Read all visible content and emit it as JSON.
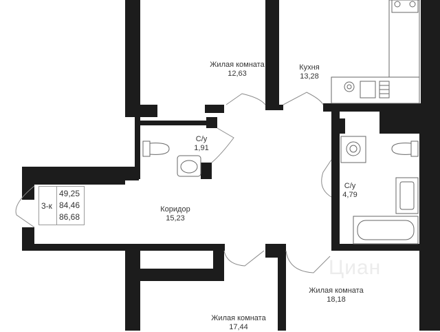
{
  "rooms": {
    "living_top": {
      "name": "Жилая комната",
      "area": "12,63"
    },
    "kitchen": {
      "name": "Кухня",
      "area": "13,28"
    },
    "wc_small": {
      "name": "С/у",
      "area": "1,91"
    },
    "wc_large": {
      "name": "С/у",
      "area": "4,79"
    },
    "corridor": {
      "name": "Коридор",
      "area": "15,23"
    },
    "living_right": {
      "name": "Жилая комната",
      "area": "18,18"
    },
    "living_bottom": {
      "name": "Жилая комната",
      "area": "17,44"
    }
  },
  "summary": {
    "type": "3-к",
    "living_area": "49,25",
    "total_area": "84,46",
    "total_area_with_balcony": "86,68"
  },
  "watermark": "Циан",
  "colors": {
    "wall": "#1c1c1c",
    "fixture": "#666666",
    "door": "#8a8a8a"
  }
}
